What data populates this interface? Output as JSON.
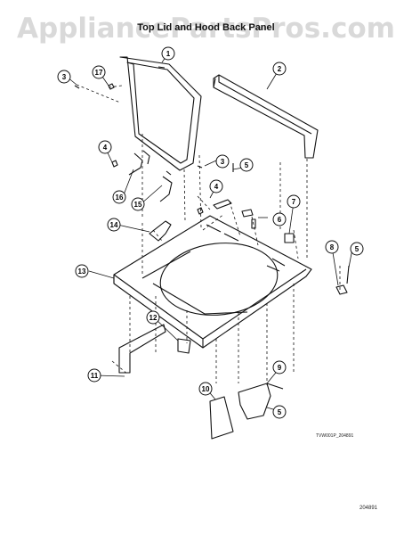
{
  "watermark": "AppliancePartsPros.com",
  "title": "Top Lid and Hood Back Panel",
  "drawing_code": "TVW001P_204891",
  "page_number": "204891",
  "callouts": [
    "1",
    "2",
    "3",
    "3",
    "4",
    "4",
    "5",
    "5",
    "5",
    "6",
    "7",
    "8",
    "9",
    "10",
    "11",
    "12",
    "13",
    "14",
    "15",
    "16",
    "17"
  ]
}
